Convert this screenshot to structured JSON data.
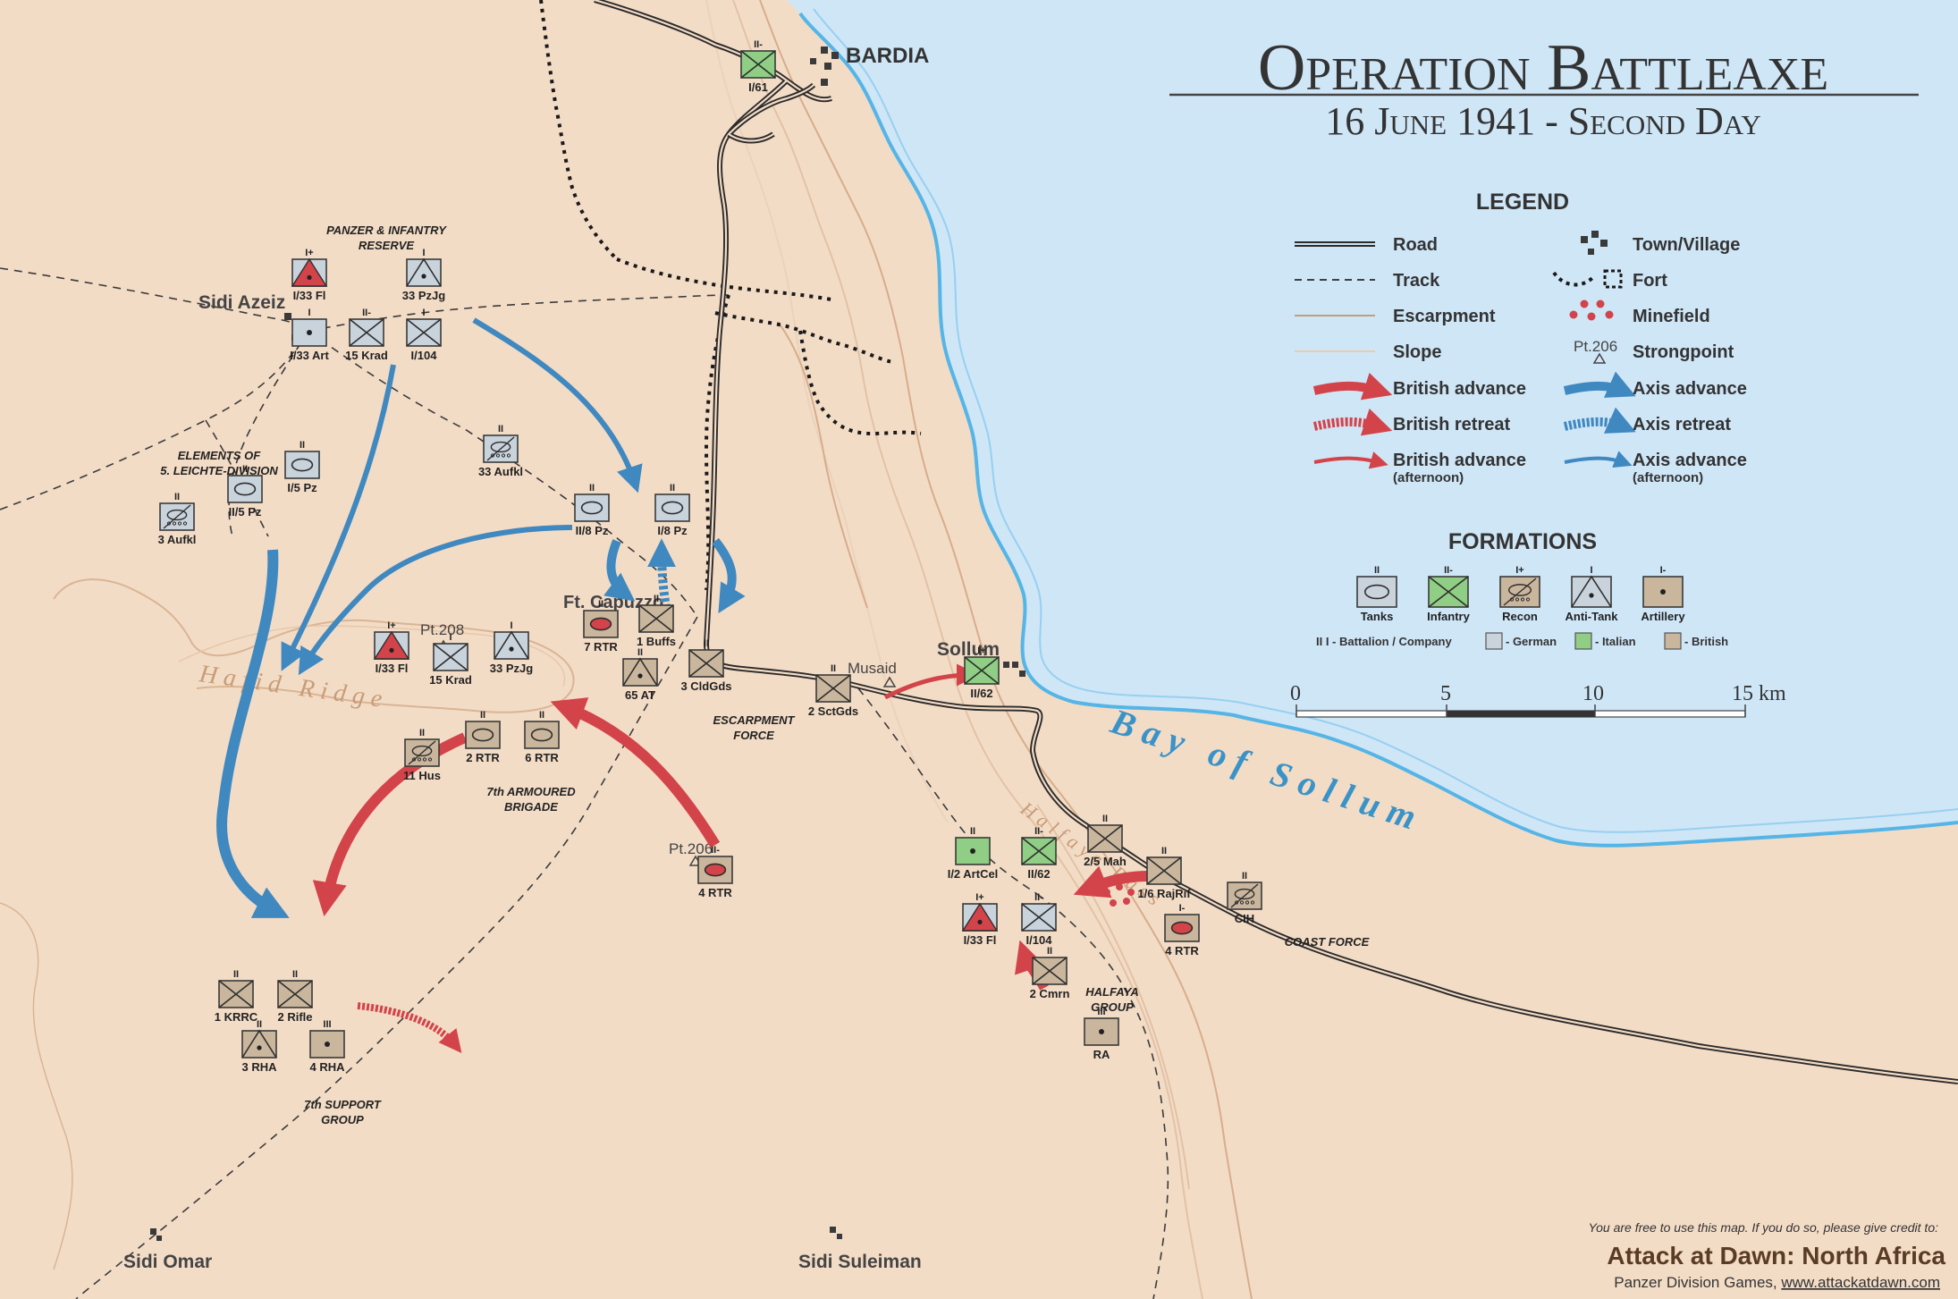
{
  "title": {
    "main": "Operation Battleaxe",
    "sub": "16 June 1941 - Second Day"
  },
  "colors": {
    "land": "#f3dcc6",
    "sea": "#cfe6f7",
    "coast": "#55b5e6",
    "british": "#d3434a",
    "axis": "#3f88c0",
    "german": "#c9d3dc",
    "italian": "#8fce84",
    "british_unit": "#c9b69d",
    "ridge_text": "#c79c78",
    "sea_text": "#3a93c8"
  },
  "legend": {
    "heading": "LEGEND",
    "road": "Road",
    "track": "Track",
    "escarpment": "Escarpment",
    "slope": "Slope",
    "british_advance": "British advance",
    "british_retreat": "British retreat",
    "british_advance_pm": "British advance",
    "british_advance_pm_sub": "(afternoon)",
    "town": "Town/Village",
    "fort": "Fort",
    "minefield": "Minefield",
    "strongpoint_sample": "Pt.206",
    "strongpoint": "Strongpoint",
    "axis_advance": "Axis advance",
    "axis_retreat": "Axis retreat",
    "axis_advance_pm": "Axis advance",
    "axis_advance_pm_sub": "(afternoon)"
  },
  "formations": {
    "heading": "FORMATIONS",
    "types": [
      {
        "label": "Tanks",
        "size": "II",
        "kind": "tank"
      },
      {
        "label": "Infantry",
        "size": "II-",
        "kind": "infantry"
      },
      {
        "label": "Recon",
        "size": "I+",
        "kind": "recon"
      },
      {
        "label": "Anti-Tank",
        "size": "I",
        "kind": "antitank"
      },
      {
        "label": "Artillery",
        "size": "I-",
        "kind": "artillery"
      }
    ],
    "note_size": "II  I - Battalion / Company",
    "german": "- German",
    "italian": "- Italian",
    "british": "- British"
  },
  "scale": {
    "ticks": [
      "0",
      "5",
      "10",
      "15 km"
    ]
  },
  "places": {
    "bardia": "BARDIA",
    "sidi_azeiz": "Sidi Azeiz",
    "sollum": "Sollum",
    "musaid": "Musaid",
    "ft_capuzzo": "Ft. Capuzzo",
    "pt208": "Pt.208",
    "pt206": "Pt.206",
    "hafid_ridge": "Hafid Ridge",
    "halfaya_pass": "Halfaya Pass",
    "bay_of_sollum": "Bay of Sollum",
    "sidi_omar": "Sidi Omar",
    "sidi_suleiman": "Sidi Suleiman"
  },
  "group_labels": {
    "pz_reserve_1": "PANZER & INFANTRY",
    "pz_reserve_2": "RESERVE",
    "leichte_1": "ELEMENTS OF",
    "leichte_2": "5. LEICHTE-DIVISION",
    "armoured_1": "7th ARMOURED",
    "armoured_2": "BRIGADE",
    "escarpment_1": "ESCARPMENT",
    "escarpment_2": "FORCE",
    "support_1": "7th SUPPORT",
    "support_2": "GROUP",
    "coast": "COAST FORCE",
    "halfaya_1": "HALFAYA",
    "halfaya_2": "GROUP"
  },
  "units": [
    {
      "id": "i61",
      "label": "I/61",
      "size": "II-",
      "kind": "infantry",
      "side": "italian"
    },
    {
      "id": "i33fl-n",
      "label": "I/33 Fl",
      "size": "I+",
      "kind": "recon-red",
      "side": "german"
    },
    {
      "id": "33pzjg-n",
      "label": "33 PzJg",
      "size": "I",
      "kind": "antitank",
      "side": "german"
    },
    {
      "id": "i33art",
      "label": "I/33 Art",
      "size": "I",
      "kind": "artillery",
      "side": "german"
    },
    {
      "id": "15krad-n",
      "label": "15 Krad",
      "size": "II-",
      "kind": "infantry",
      "side": "german"
    },
    {
      "id": "i104-n",
      "label": "I/104",
      "size": "I",
      "kind": "infantry",
      "side": "german"
    },
    {
      "id": "i5pz",
      "label": "I/5 Pz",
      "size": "II",
      "kind": "tank",
      "side": "german"
    },
    {
      "id": "ii5pz",
      "label": "II/5 Pz",
      "size": "II",
      "kind": "tank",
      "side": "german"
    },
    {
      "id": "3aufkl",
      "label": "3 Aufkl",
      "size": "II",
      "kind": "recon",
      "side": "german"
    },
    {
      "id": "33aufkl",
      "label": "33 Aufkl",
      "size": "II",
      "kind": "recon",
      "side": "german"
    },
    {
      "id": "ii8pz",
      "label": "II/8 Pz",
      "size": "II",
      "kind": "tank",
      "side": "german"
    },
    {
      "id": "i8pz",
      "label": "I/8 Pz",
      "size": "II",
      "kind": "tank",
      "side": "german"
    },
    {
      "id": "7rtr",
      "label": "7 RTR",
      "size": "II",
      "kind": "tank-red",
      "side": "british"
    },
    {
      "id": "1buffs",
      "label": "1 Buffs",
      "size": "II",
      "kind": "infantry",
      "side": "british"
    },
    {
      "id": "65at",
      "label": "65 AT",
      "size": "II",
      "kind": "antitank",
      "side": "british"
    },
    {
      "id": "3cldgds",
      "label": "3 CldGds",
      "size": "II",
      "kind": "infantry",
      "side": "british"
    },
    {
      "id": "i33fl-c",
      "label": "I/33 Fl",
      "size": "I+",
      "kind": "recon-red",
      "side": "german"
    },
    {
      "id": "15krad-c",
      "label": "15 Krad",
      "size": "I",
      "kind": "infantry",
      "side": "german"
    },
    {
      "id": "33pzjg-c",
      "label": "33 PzJg",
      "size": "I",
      "kind": "antitank",
      "side": "german"
    },
    {
      "id": "11hus",
      "label": "11 Hus",
      "size": "II",
      "kind": "recon",
      "side": "british"
    },
    {
      "id": "2rtr",
      "label": "2 RTR",
      "size": "II",
      "kind": "tank",
      "side": "british"
    },
    {
      "id": "6rtr",
      "label": "6 RTR",
      "size": "II",
      "kind": "tank",
      "side": "british"
    },
    {
      "id": "4rtr-w",
      "label": "4 RTR",
      "size": "II-",
      "kind": "tank-red",
      "side": "british"
    },
    {
      "id": "2sctgds",
      "label": "2 SctGds",
      "size": "II",
      "kind": "infantry",
      "side": "british"
    },
    {
      "id": "ii62-s",
      "label": "II/62",
      "size": "I+",
      "kind": "infantry",
      "side": "italian"
    },
    {
      "id": "i2artcel",
      "label": "I/2 ArtCel",
      "size": "II",
      "kind": "artillery",
      "side": "italian"
    },
    {
      "id": "ii62-h",
      "label": "II/62",
      "size": "II-",
      "kind": "infantry",
      "side": "italian"
    },
    {
      "id": "25mah",
      "label": "2/5 Mah",
      "size": "II",
      "kind": "infantry",
      "side": "british"
    },
    {
      "id": "16rajrif",
      "label": "1/6 RajRif",
      "size": "II",
      "kind": "infantry",
      "side": "british"
    },
    {
      "id": "cih",
      "label": "CIH",
      "size": "II",
      "kind": "recon",
      "side": "british"
    },
    {
      "id": "4rtr-e",
      "label": "4 RTR",
      "size": "I-",
      "kind": "tank-red",
      "side": "british"
    },
    {
      "id": "i33fl-h",
      "label": "I/33 Fl",
      "size": "I+",
      "kind": "recon-red",
      "side": "german"
    },
    {
      "id": "i104-h",
      "label": "I/104",
      "size": "II-",
      "kind": "infantry",
      "side": "german"
    },
    {
      "id": "2cmrn",
      "label": "2 Cmrn",
      "size": "II",
      "kind": "infantry",
      "side": "british"
    },
    {
      "id": "ra",
      "label": "RA",
      "size": "III",
      "kind": "artillery",
      "side": "british"
    },
    {
      "id": "1krrc",
      "label": "1 KRRC",
      "size": "II",
      "kind": "infantry",
      "side": "british"
    },
    {
      "id": "2rifle",
      "label": "2 Rifle",
      "size": "II",
      "kind": "infantry",
      "side": "british"
    },
    {
      "id": "3rha",
      "label": "3 RHA",
      "size": "II",
      "kind": "antitank",
      "side": "british"
    },
    {
      "id": "4rha",
      "label": "4 RHA",
      "size": "III",
      "kind": "artillery",
      "side": "british"
    }
  ],
  "credit": {
    "line1": "You are free to use this map. If you do so, please give credit to:",
    "line2": "Attack at Dawn: North Africa",
    "line3a": "Panzer Division Games, ",
    "line3b": "www.attackatdawn.com"
  }
}
